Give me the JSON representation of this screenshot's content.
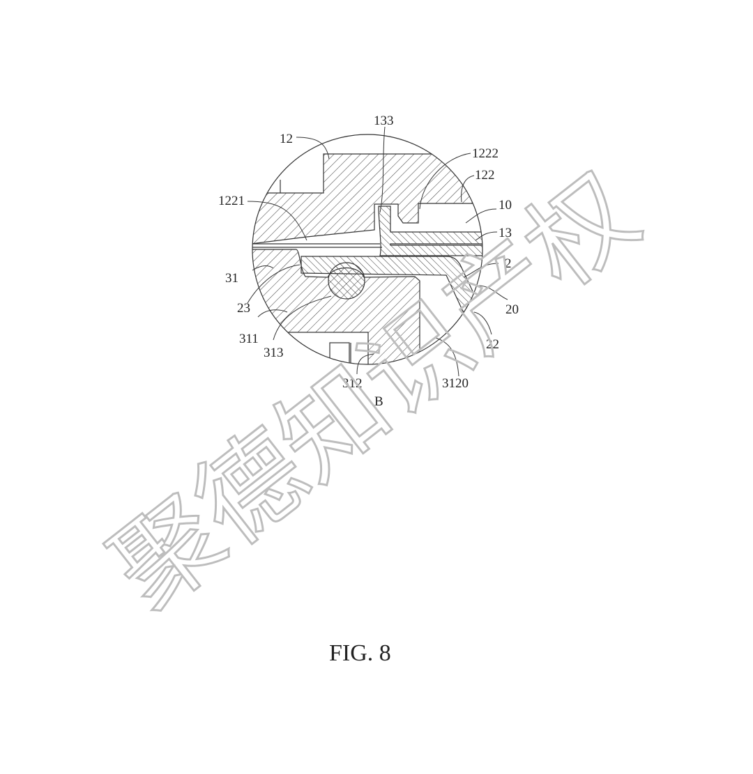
{
  "figure": {
    "caption": "FIG. 8",
    "detail_label": "B",
    "reference_labels": {
      "l12": "12",
      "l133": "133",
      "l1222": "1222",
      "l122": "122",
      "l1221": "1221",
      "l10": "10",
      "l13": "13",
      "l31": "31",
      "l2": "2",
      "l23": "23",
      "l20": "20",
      "l311": "311",
      "l313": "313",
      "l22": "22",
      "l312": "312",
      "l3120": "3120"
    }
  },
  "watermark": "聚德知识产权",
  "colors": {
    "line": "#333333",
    "watermark": "#bdbdbd"
  }
}
